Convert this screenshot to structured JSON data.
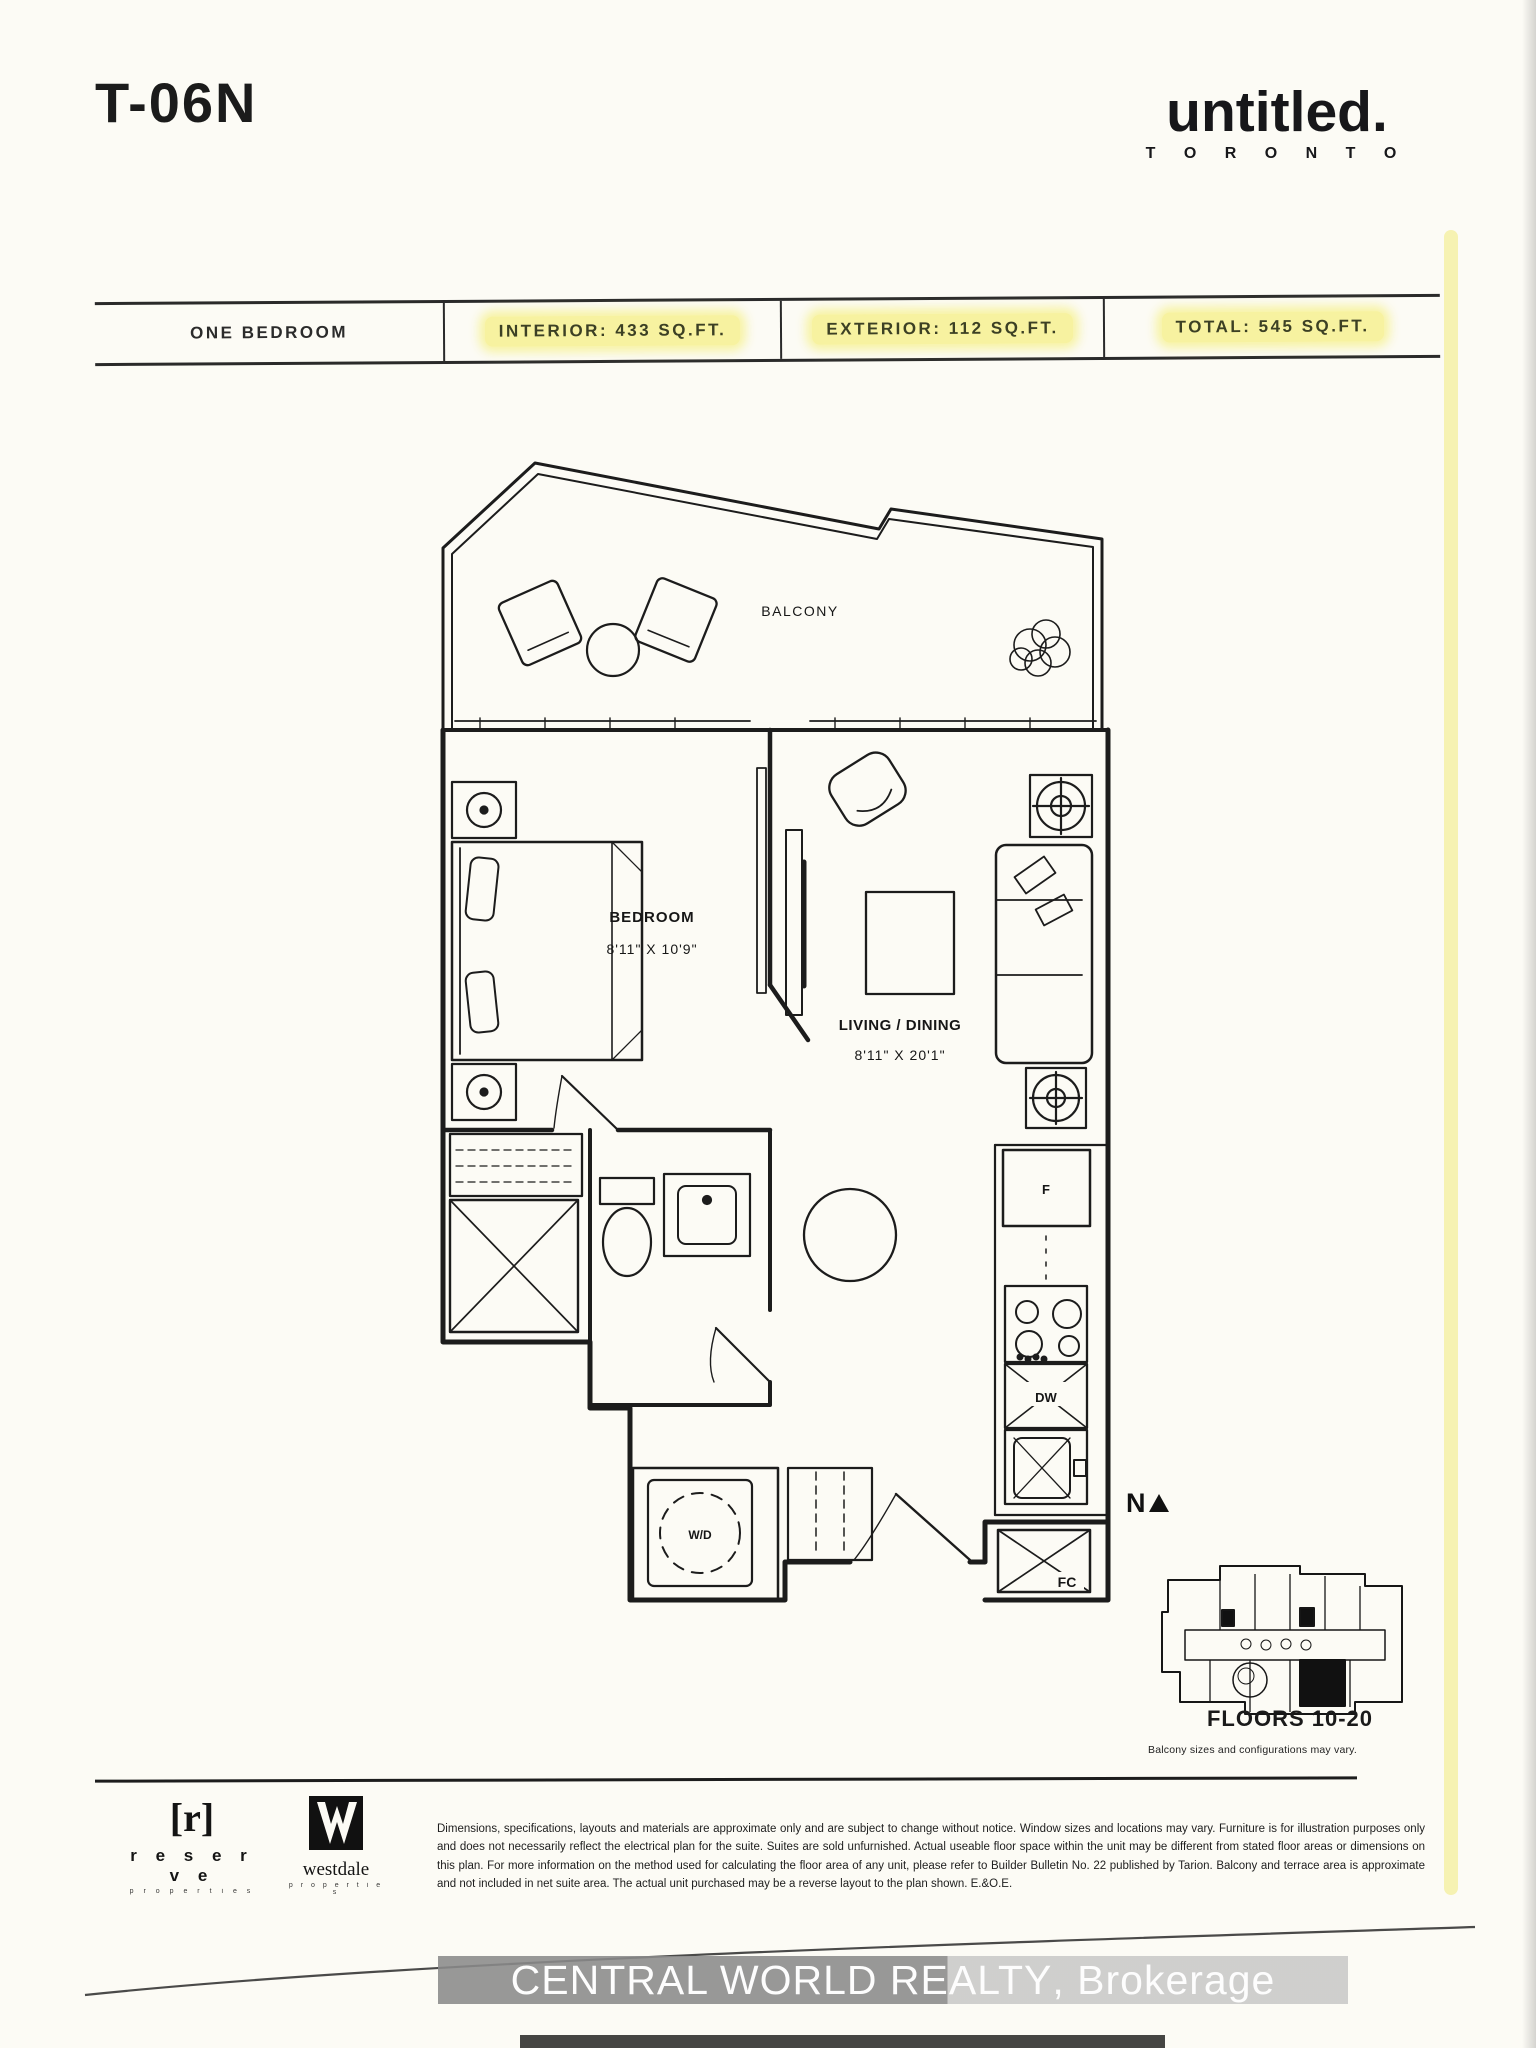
{
  "page": {
    "unit_code": "T-06N",
    "brand": {
      "name": "untitled.",
      "city": "T O R O N T O"
    }
  },
  "summary_bar": {
    "cells": [
      {
        "label": "ONE BEDROOM",
        "highlighted": false
      },
      {
        "label": "INTERIOR: 433 SQ.FT.",
        "highlighted": true
      },
      {
        "label": "EXTERIOR: 112 SQ.FT.",
        "highlighted": true
      },
      {
        "label": "TOTAL: 545 SQ.FT.",
        "highlighted": true
      }
    ]
  },
  "floor_plan": {
    "balcony_label": "BALCONY",
    "bedroom": {
      "label": "BEDROOM",
      "dims": "8'11\" X 10'9\""
    },
    "living": {
      "label": "LIVING / DINING",
      "dims": "8'11\" X 20'1\""
    },
    "fridge": "F",
    "dishwasher": "DW",
    "fan_coil": "FC",
    "washer_dryer": "W/D"
  },
  "key_plan": {
    "north_label": "N",
    "floors_label": "FLOORS 10-20",
    "note": "Balcony sizes and configurations may vary."
  },
  "footer": {
    "reserve_logo": {
      "mark": "[r]",
      "name": "r e s e r v e",
      "sub": "p r o p e r t i e s"
    },
    "westdale_logo": {
      "name": "westdale",
      "sub": "p r o p e r t i e s"
    },
    "disclaimer": "Dimensions, specifications, layouts and materials are approximate only and are subject to change without notice. Window sizes and locations may vary. Furniture is for illustration purposes only and does not necessarily reflect the electrical plan for the suite. Suites are sold unfurnished. Actual useable floor space within the unit may be different from stated floor areas or dimensions on this plan. For more information on the method used for calculating the floor area of any unit, please refer to Builder Bulletin No. 22 published by Tarion. Balcony and terrace area is approximate and not included in net suite area. The actual unit purchased may be a reverse layout to the plan shown. E.&O.E."
  },
  "watermark": {
    "primary": "CENTRAL WORLD REALTY",
    "secondary": ", Brokerage"
  },
  "colors": {
    "highlight": "#f7f2a0",
    "ink": "#1c1c1c",
    "paper": "#fcfbf5"
  }
}
